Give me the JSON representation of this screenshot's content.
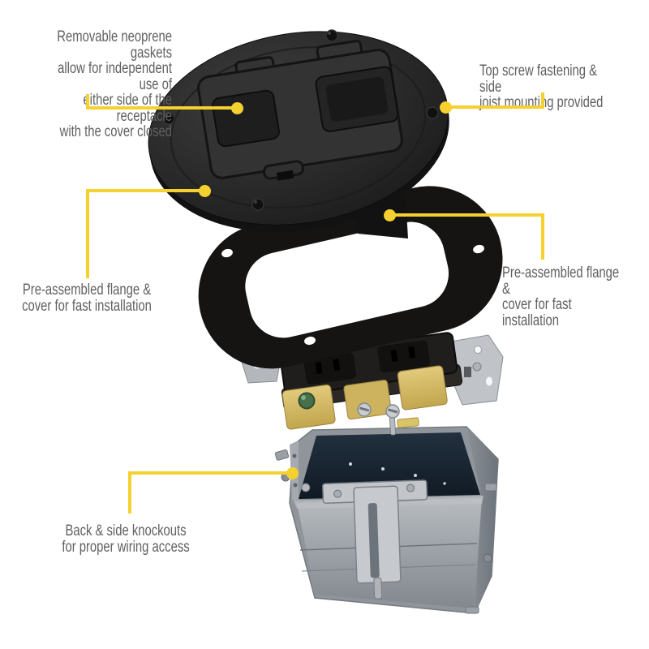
{
  "colors": {
    "accent": "#F5D130",
    "text": "#5F6062",
    "background": "#FFFFFF"
  },
  "callouts": [
    {
      "id": "neoprene-gaskets",
      "lines": [
        "Removable neoprene gaskets",
        "allow for independent use of",
        "either side of the receptacle",
        "with the cover closed"
      ]
    },
    {
      "id": "top-screw-fastening",
      "lines": [
        "Top screw fastening & side",
        "joist mounting provided"
      ]
    },
    {
      "id": "flange-left",
      "lines": [
        "Pre-assembled flange &",
        "cover for fast installation"
      ]
    },
    {
      "id": "flange-right",
      "lines": [
        "Pre-assembled flange &",
        "cover for fast installation"
      ]
    },
    {
      "id": "knockouts",
      "lines": [
        "Back & side knockouts",
        "for proper wiring access"
      ]
    }
  ]
}
